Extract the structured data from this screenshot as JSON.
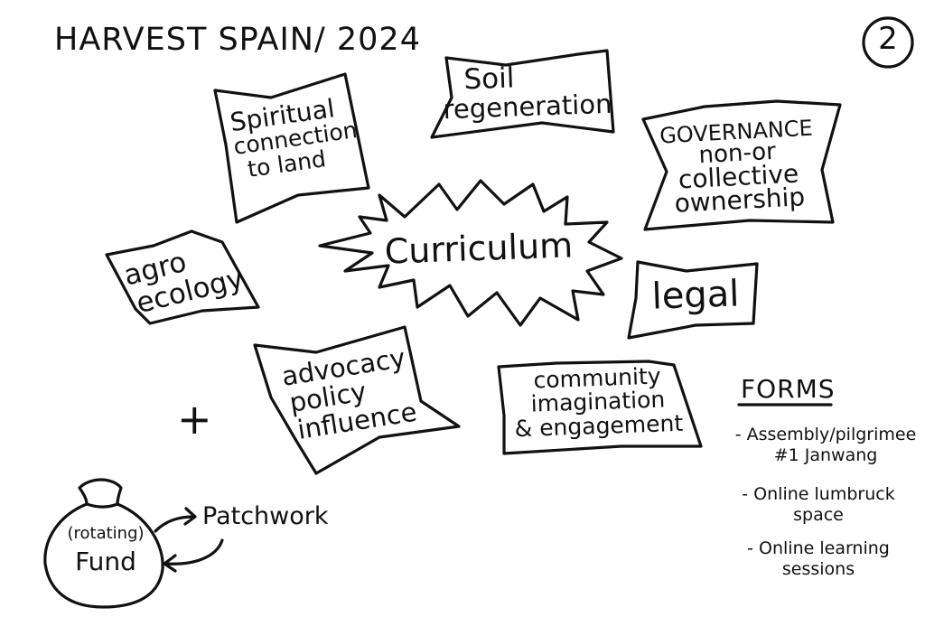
{
  "title": "HARVEST SPAIN/ 2024",
  "page_number": "2",
  "center": {
    "label": "Curriculum"
  },
  "topics": {
    "soil": [
      "Soil",
      "regeneration"
    ],
    "spiritual": [
      "Spiritual",
      "connection",
      "to land"
    ],
    "governance": [
      "GOVERNANCE",
      "non-or",
      "collective",
      "ownership"
    ],
    "agro": [
      "agro",
      "ecology"
    ],
    "legal": [
      "legal"
    ],
    "advocacy": [
      "advocacy",
      "policy",
      "influence"
    ],
    "community": [
      "community",
      "imagination",
      "& engagement"
    ]
  },
  "plus_sign": "+",
  "fund": {
    "line1": "(rotating)",
    "line2": "Fund"
  },
  "patchwork": "Patchwork",
  "forms": {
    "heading": "FORMS",
    "items": [
      [
        "- Assembly/pilgrimee",
        "#1 Janwang"
      ],
      [
        "- Online lumbruck",
        "space"
      ],
      [
        "- Online learning",
        "sessions"
      ]
    ]
  }
}
